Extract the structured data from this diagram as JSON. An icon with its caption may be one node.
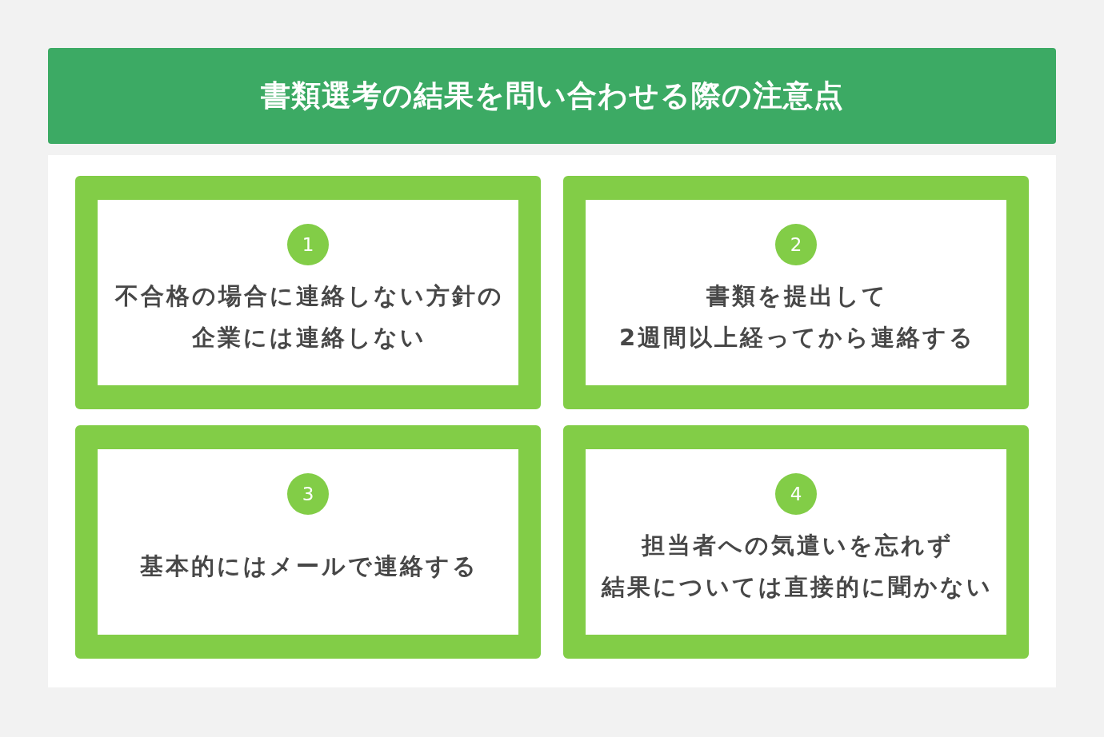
{
  "diagram": {
    "title": "書類選考の結果を問い合わせる際の注意点",
    "nodes": [
      {
        "text": [
          "不合格の場合に連絡しない方針の企業には連絡しない"
        ]
      },
      {
        "text": [
          "1"
        ],
        "in": 0
      },
      {
        "text": [
          "書類を提出して2週間以上経ってから連絡する"
        ]
      },
      {
        "text": [
          "2"
        ],
        "in": 2
      },
      {
        "text": [
          "基本的にはメールで連絡する"
        ]
      },
      {
        "text": [
          "3"
        ],
        "in": 4
      },
      {
        "text": [
          "担当者への気遣いを忘れず結果については直接的に聞かない"
        ]
      },
      {
        "text": [
          "4"
        ],
        "in": 6
      }
    ]
  }
}
